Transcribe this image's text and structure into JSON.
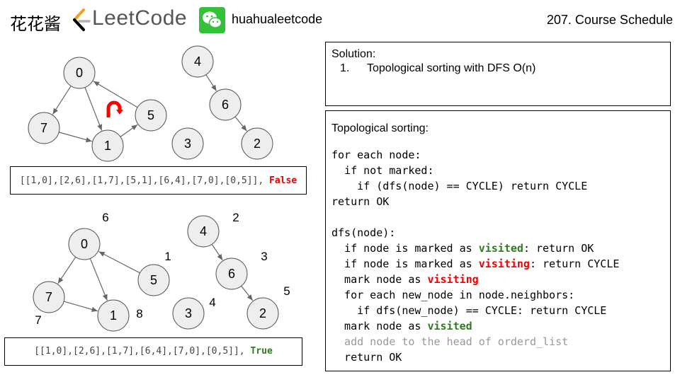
{
  "header": {
    "brand_cn": "花花酱",
    "leetcode_label": "LeetCode",
    "wechat_name": "huahualeetcode",
    "problem_title": "207. Course Schedule"
  },
  "colors": {
    "node_fill": "#eeeeee",
    "node_stroke": "#555555",
    "edge": "#666666",
    "false": "#ee0000",
    "true": "#2f7a1e",
    "cycle_arrow": "#ff0000"
  },
  "graph1": {
    "nodes": [
      {
        "id": "0"
      },
      {
        "id": "7"
      },
      {
        "id": "1"
      },
      {
        "id": "5"
      },
      {
        "id": "4"
      },
      {
        "id": "6"
      },
      {
        "id": "3"
      },
      {
        "id": "2"
      }
    ],
    "edges": [
      [
        "0",
        "7"
      ],
      [
        "0",
        "1"
      ],
      [
        "7",
        "1"
      ],
      [
        "1",
        "5"
      ],
      [
        "5",
        "0"
      ],
      [
        "4",
        "6"
      ],
      [
        "6",
        "2"
      ]
    ],
    "has_cycle_icon": true,
    "prerequisites": "[[1,0],[2,6],[1,7],[5,1],[6,4],[7,0],[0,5]],",
    "result": "False"
  },
  "graph2": {
    "nodes": [
      {
        "id": "0",
        "order": "6"
      },
      {
        "id": "7",
        "order": "7"
      },
      {
        "id": "1",
        "order": "8"
      },
      {
        "id": "5",
        "order": "1"
      },
      {
        "id": "4",
        "order": "2"
      },
      {
        "id": "6",
        "order": "3"
      },
      {
        "id": "3",
        "order": "4"
      },
      {
        "id": "2",
        "order": "5"
      }
    ],
    "edges": [
      [
        "0",
        "7"
      ],
      [
        "0",
        "1"
      ],
      [
        "7",
        "1"
      ],
      [
        "5",
        "0"
      ],
      [
        "4",
        "6"
      ],
      [
        "6",
        "2"
      ]
    ],
    "prerequisites": "[[1,0],[2,6],[1,7],[6,4],[7,0],[0,5]],",
    "result": "True"
  },
  "solution": {
    "heading": "Solution:",
    "items": [
      {
        "num": "1.",
        "text": "Topological sorting with DFS O(n)"
      }
    ]
  },
  "code": {
    "title": "Topological sorting:",
    "lines": [
      [
        {
          "t": "for each node:"
        }
      ],
      [
        {
          "t": "  if not marked:"
        }
      ],
      [
        {
          "t": "    if (dfs(node) == CYCLE) return CYCLE"
        }
      ],
      [
        {
          "t": "return OK"
        }
      ],
      [
        {
          "t": ""
        }
      ],
      [
        {
          "t": "dfs(node):"
        }
      ],
      [
        {
          "t": "  if node is marked as "
        },
        {
          "t": "visited",
          "c": "kw-green"
        },
        {
          "t": ": return OK"
        }
      ],
      [
        {
          "t": "  if node is marked as "
        },
        {
          "t": "visiting",
          "c": "kw-red"
        },
        {
          "t": ": return CYCLE"
        }
      ],
      [
        {
          "t": "  mark node as "
        },
        {
          "t": "visiting",
          "c": "kw-red"
        }
      ],
      [
        {
          "t": "  for each new_node in node.neighbors:"
        }
      ],
      [
        {
          "t": "    if dfs(new_node) == CYCLE: return CYCLE"
        }
      ],
      [
        {
          "t": "  mark node as "
        },
        {
          "t": "visited",
          "c": "kw-green"
        }
      ],
      [
        {
          "t": "  add node to the head of orderd_list",
          "c": "gray"
        }
      ],
      [
        {
          "t": "  return OK"
        }
      ]
    ]
  }
}
